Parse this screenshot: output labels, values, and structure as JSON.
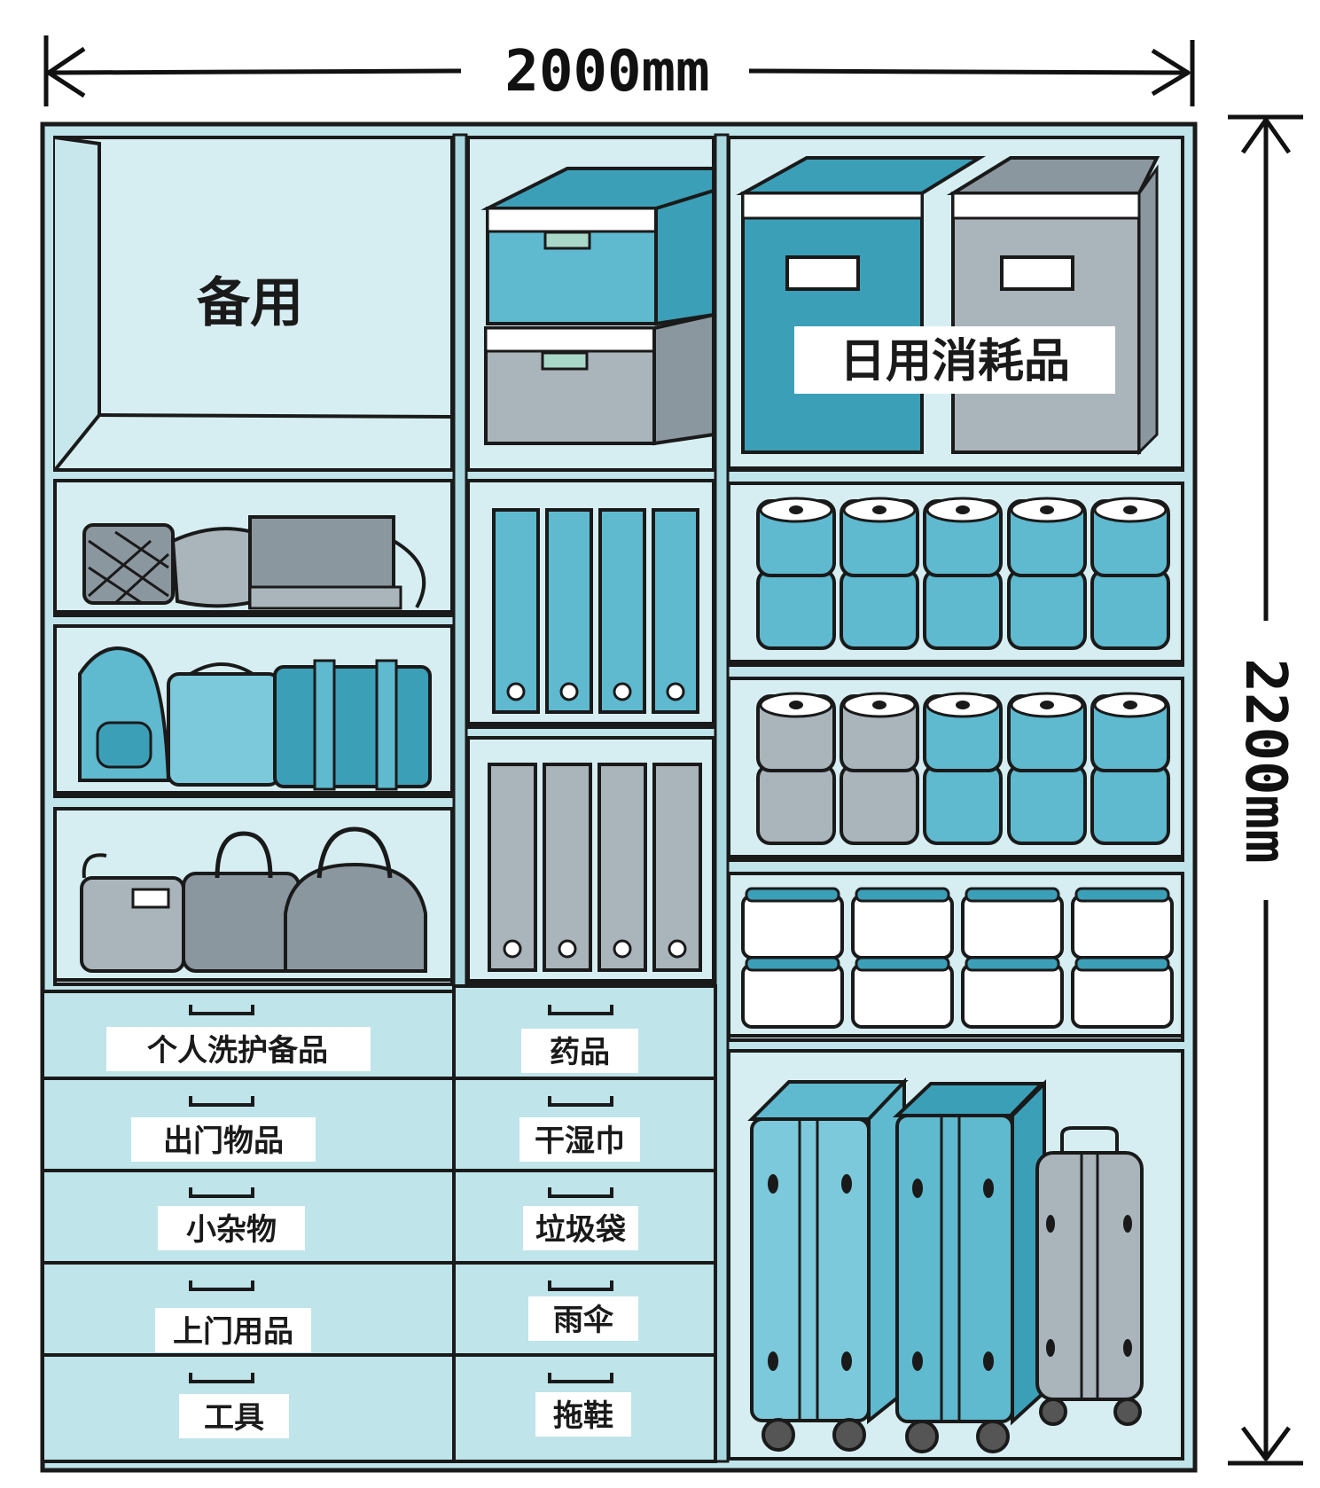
{
  "dimensions": {
    "width_label": "2000mm",
    "height_label": "2200mm"
  },
  "labels": {
    "spare": "备用",
    "daily_consumables": "日用消耗品"
  },
  "drawers_left": [
    "个人洗护备品",
    "出门物品",
    "小杂物",
    "上门用品",
    "工具"
  ],
  "drawers_middle": [
    "药品",
    "干湿巾",
    "垃圾袋",
    "雨伞",
    "拖鞋"
  ],
  "colors": {
    "outline": "#1a1a1a",
    "cabinet": "#bfe4ea",
    "cabinet_light": "#d6eef2",
    "blue": "#5fb9cf",
    "blue_dark": "#3c9fb8",
    "gray": "#aab4bb",
    "gray_dark": "#8b979f",
    "paper": "#ffffff"
  }
}
